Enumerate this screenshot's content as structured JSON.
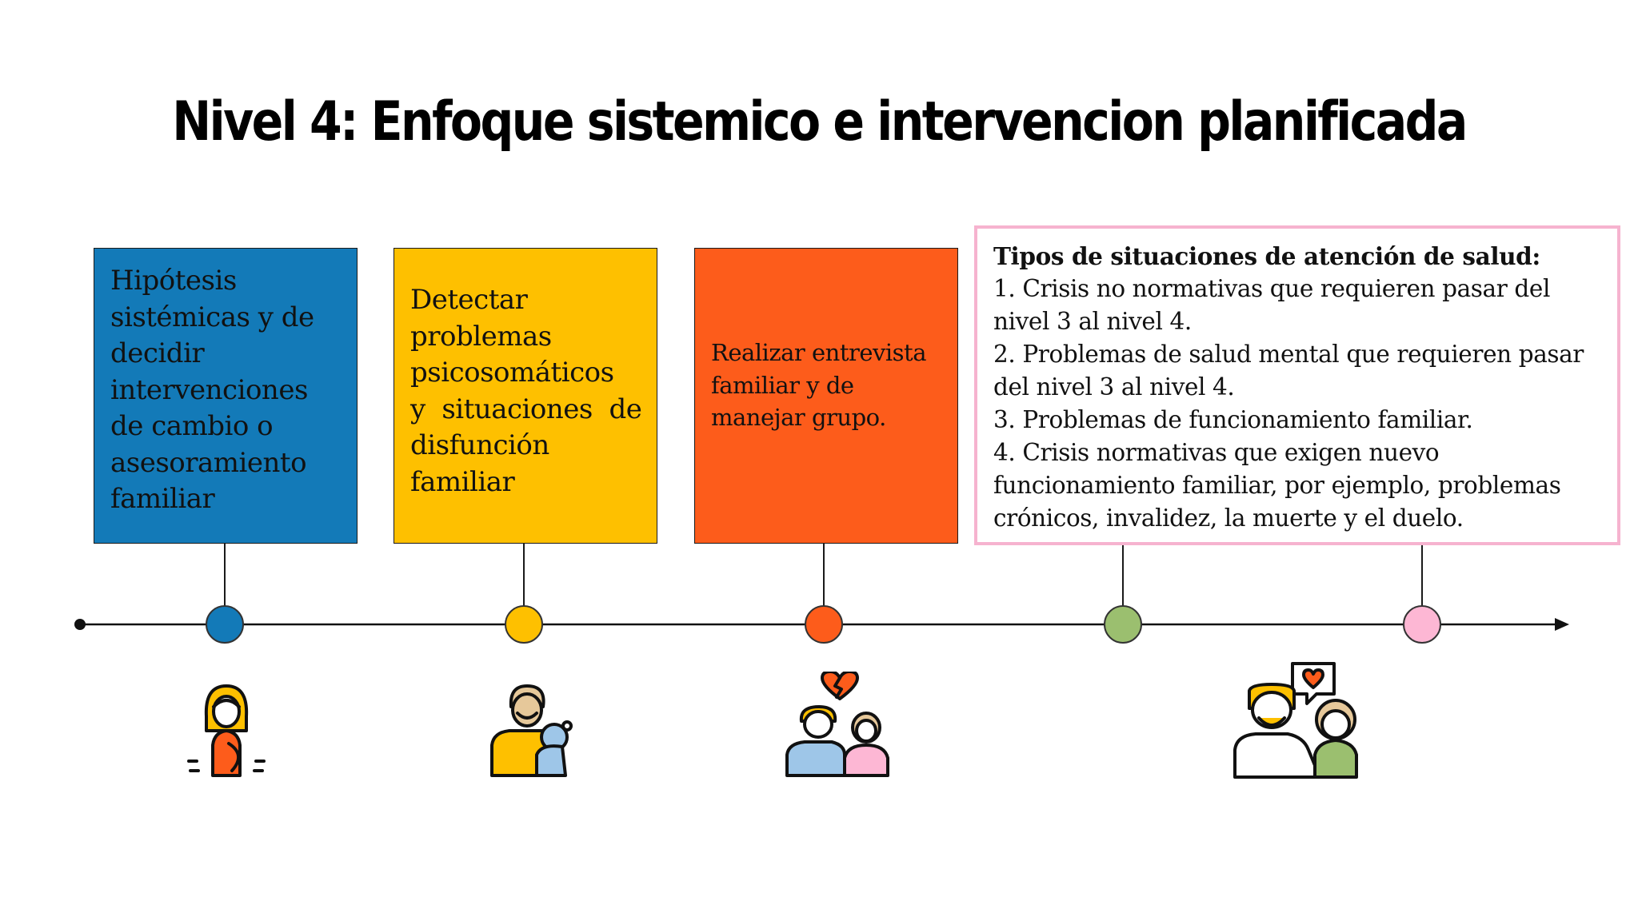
{
  "title": "Nivel 4: Enfoque sistemico e intervencion planificada",
  "colors": {
    "blue": "#137ab8",
    "yellow": "#fec000",
    "orange": "#fd5c1b",
    "green": "#9bbf6f",
    "pink": "#fdb7d4",
    "info_border": "#f6b3cf"
  },
  "cards": [
    {
      "lines": [
        "Hipótesis",
        "sistémicas y de",
        "decidir",
        "intervenciones",
        "de cambio o",
        "asesoramiento",
        "familiar"
      ]
    },
    {
      "lines": [
        "Detectar",
        "problemas",
        "psicosomáticos",
        "y  situaciones  de",
        "disfunción",
        "familiar"
      ]
    },
    {
      "lines": [
        "Realizar entrevista",
        "familiar y de",
        "manejar grupo."
      ]
    }
  ],
  "info": {
    "heading": "Tipos de situaciones de atención de salud:",
    "lines": [
      "1. Crisis no normativas que requieren pasar del",
      "nivel 3 al nivel 4.",
      "2. Problemas de salud mental que requieren pasar",
      "del nivel 3 al nivel 4.",
      "3. Problemas de funcionamiento familiar.",
      "4. Crisis normativas que exigen nuevo",
      "funcionamiento familiar, por ejemplo, problemas",
      "crónicos, invalidez, la muerte y el duelo."
    ]
  },
  "icons": [
    "pregnant-woman-icon",
    "father-with-baby-icon",
    "couple-broken-heart-icon",
    "couple-chat-heart-icon"
  ]
}
